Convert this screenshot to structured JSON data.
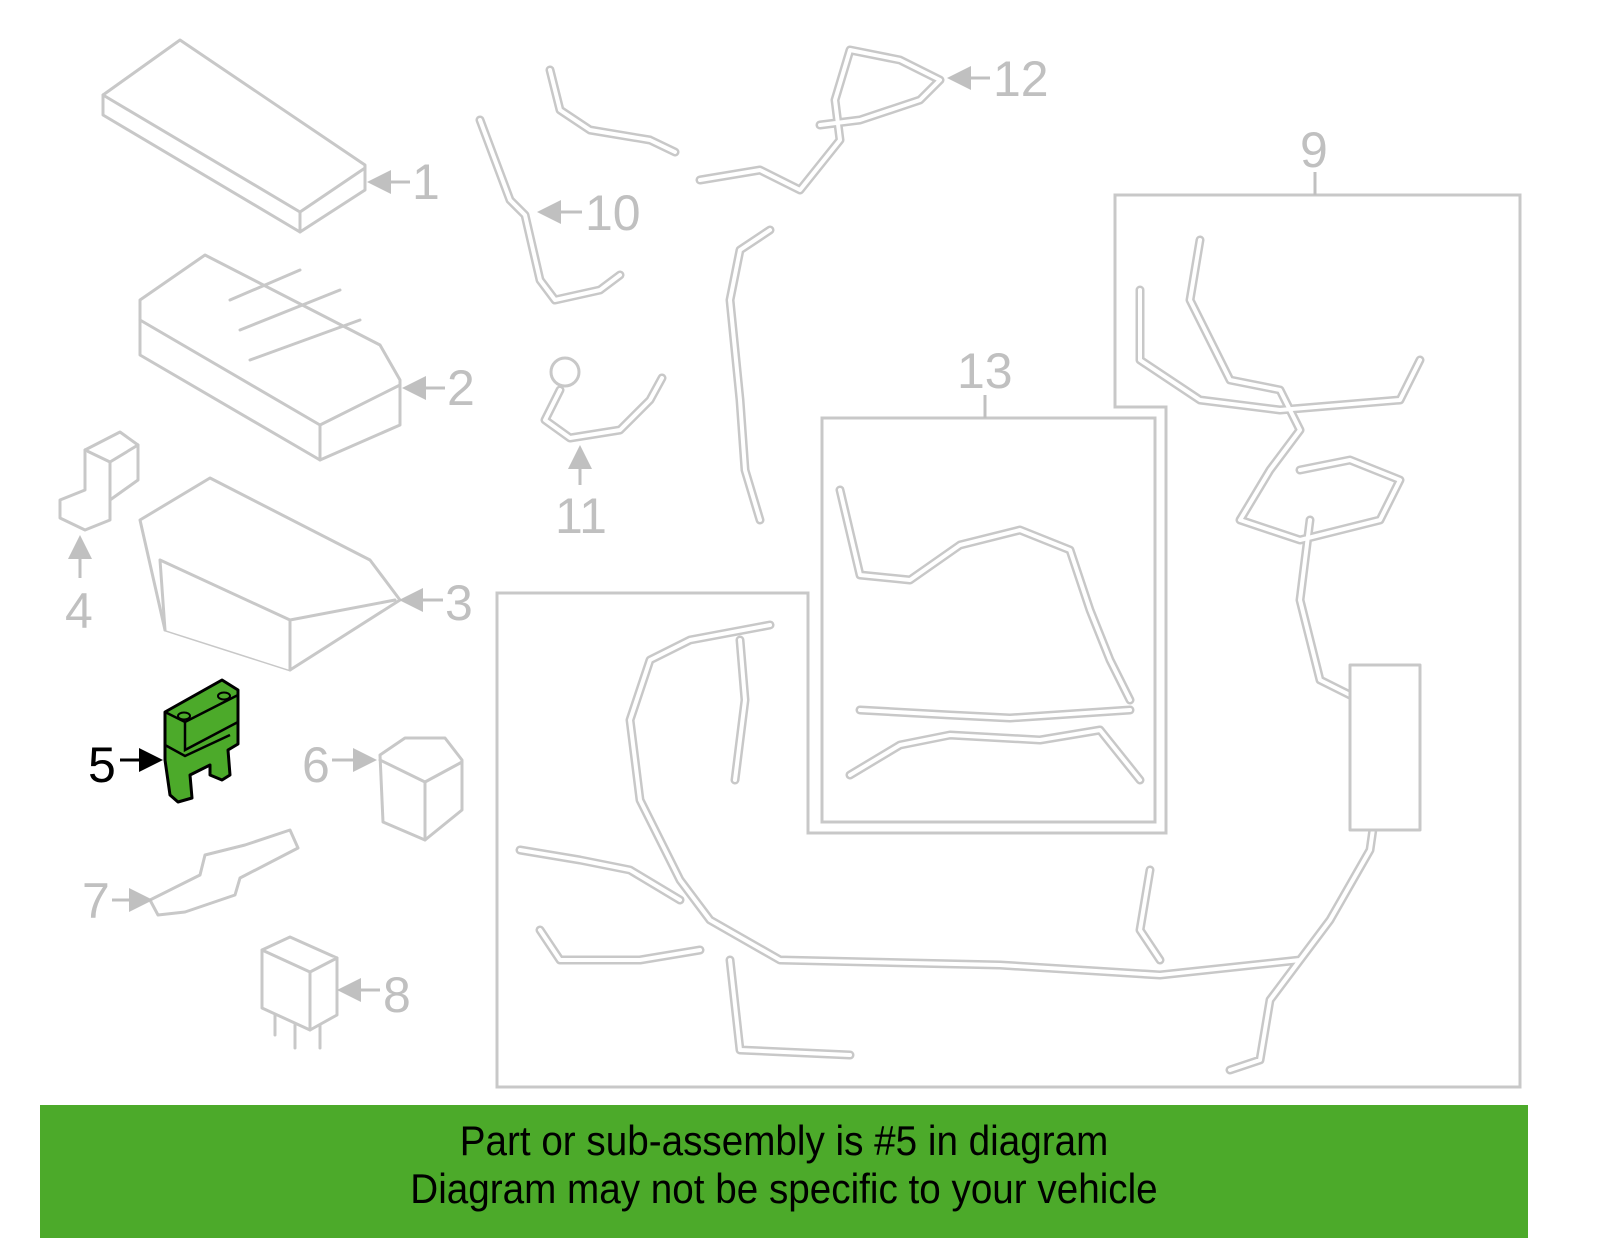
{
  "diagram": {
    "highlight_color": "#4caa2a",
    "selected_part": "5",
    "callouts": [
      "1",
      "2",
      "3",
      "4",
      "5",
      "6",
      "7",
      "8",
      "9",
      "10",
      "11",
      "12",
      "13"
    ]
  },
  "banner": {
    "line1": "Part or sub-assembly is #5 in diagram",
    "line2": "Diagram may not be specific to your vehicle",
    "color": "#4caa2a"
  }
}
